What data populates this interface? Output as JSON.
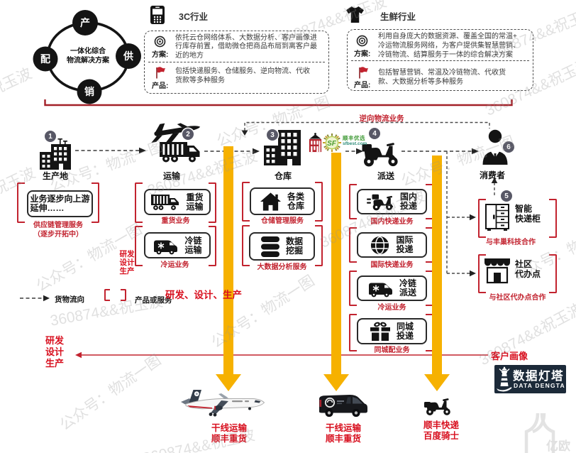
{
  "wheel": {
    "center": "一体化综合\n物流解决方案",
    "nodes": [
      "产",
      "供",
      "销",
      "配"
    ]
  },
  "industries": [
    {
      "title": "3C行业",
      "plan_label": "方案:",
      "plan_text": "依托云仓网络体系、大数据分析、客户画像进行库存前置，借助微仓把商品布局到离客户最近的地方",
      "product_label": "产品:",
      "product_text": "包括快递服务、仓储服务、逆向物流、代收货款等多种服务"
    },
    {
      "title": "生鲜行业",
      "plan_label": "方案:",
      "plan_text": "利用自身庞大的数据资源、覆盖全国的常温+​冷运物流服务网络，为客户提供集智慧营销、冷链物流、结算服务于一体的综合解决方案",
      "product_label": "产品:",
      "product_text": "包括智慧营销、常温及冷链物流、代收货款、大数据分析等多种服务"
    }
  ],
  "flow": {
    "reverse_label": "逆向物流业务",
    "nodes": [
      {
        "num": "1",
        "label": "生产地"
      },
      {
        "num": "2",
        "label": "运输"
      },
      {
        "num": "3",
        "label": "仓库"
      },
      {
        "num": "4",
        "label": "派送"
      },
      {
        "num": "6",
        "label": "消费者"
      }
    ],
    "sfbest": {
      "sf": "SF",
      "brand": "顺丰优选",
      "domain": "sfbest.com"
    }
  },
  "groups": {
    "production": {
      "box_text": "业务逐步向上游\n延伸……",
      "label": "供应链管理服务\n（逐步开拓中）"
    },
    "transport": [
      {
        "title": "重货\n运输",
        "label": "重货业务"
      },
      {
        "title": "冷链\n运输",
        "label": "冷运业务"
      }
    ],
    "warehouse": [
      {
        "title": "各类\n仓库",
        "label": "仓储管理服务"
      },
      {
        "title": "数据\n挖掘",
        "label": "大数据分析服务"
      }
    ],
    "delivery": [
      {
        "title": "国内\n投递",
        "label": "国内快递业务"
      },
      {
        "title": "国际\n投递",
        "label": "国际快递业务"
      },
      {
        "title": "冷链\n派送",
        "label": "冷运业务"
      },
      {
        "title": "同城\n投递",
        "label": "同城配业务"
      }
    ],
    "partners": [
      {
        "num": "5",
        "title": "智能\n快递柜",
        "label": "与丰巢科技合作"
      },
      {
        "title": "社区\n代办点",
        "label": "与社区代办点合作"
      }
    ]
  },
  "legend": {
    "flow_label": "货物流向",
    "bracket_label": "产品或服务"
  },
  "annotations": {
    "rdp_inline": "研发、设计、生产",
    "rdp_mid": "研发\n设计\n生产",
    "rdp_left": "研发\n设计\n生产",
    "customer_profile": "客户画像"
  },
  "bottom_vehicles": [
    {
      "vehicle": "airplane",
      "label": "干线运输\n顺丰重货"
    },
    {
      "vehicle": "van",
      "label": "干线运输\n顺丰重货"
    },
    {
      "vehicle": "scooter",
      "label": "顺丰快递\n百度骑士"
    }
  ],
  "branding": {
    "name_cn": "数据灯塔",
    "name_en": "DATA DENGTA",
    "corner_mark": "亿欧"
  },
  "watermarks": {
    "account": "公众号：物流一图",
    "author": "360874&&祝玉波"
  },
  "colors": {
    "red": "#c2232f",
    "red_bright": "#d8101f",
    "yellow": "#f6b100",
    "icon_dark": "#161616",
    "badge_gray": "#585866",
    "logo_navy": "#1c2a39"
  }
}
